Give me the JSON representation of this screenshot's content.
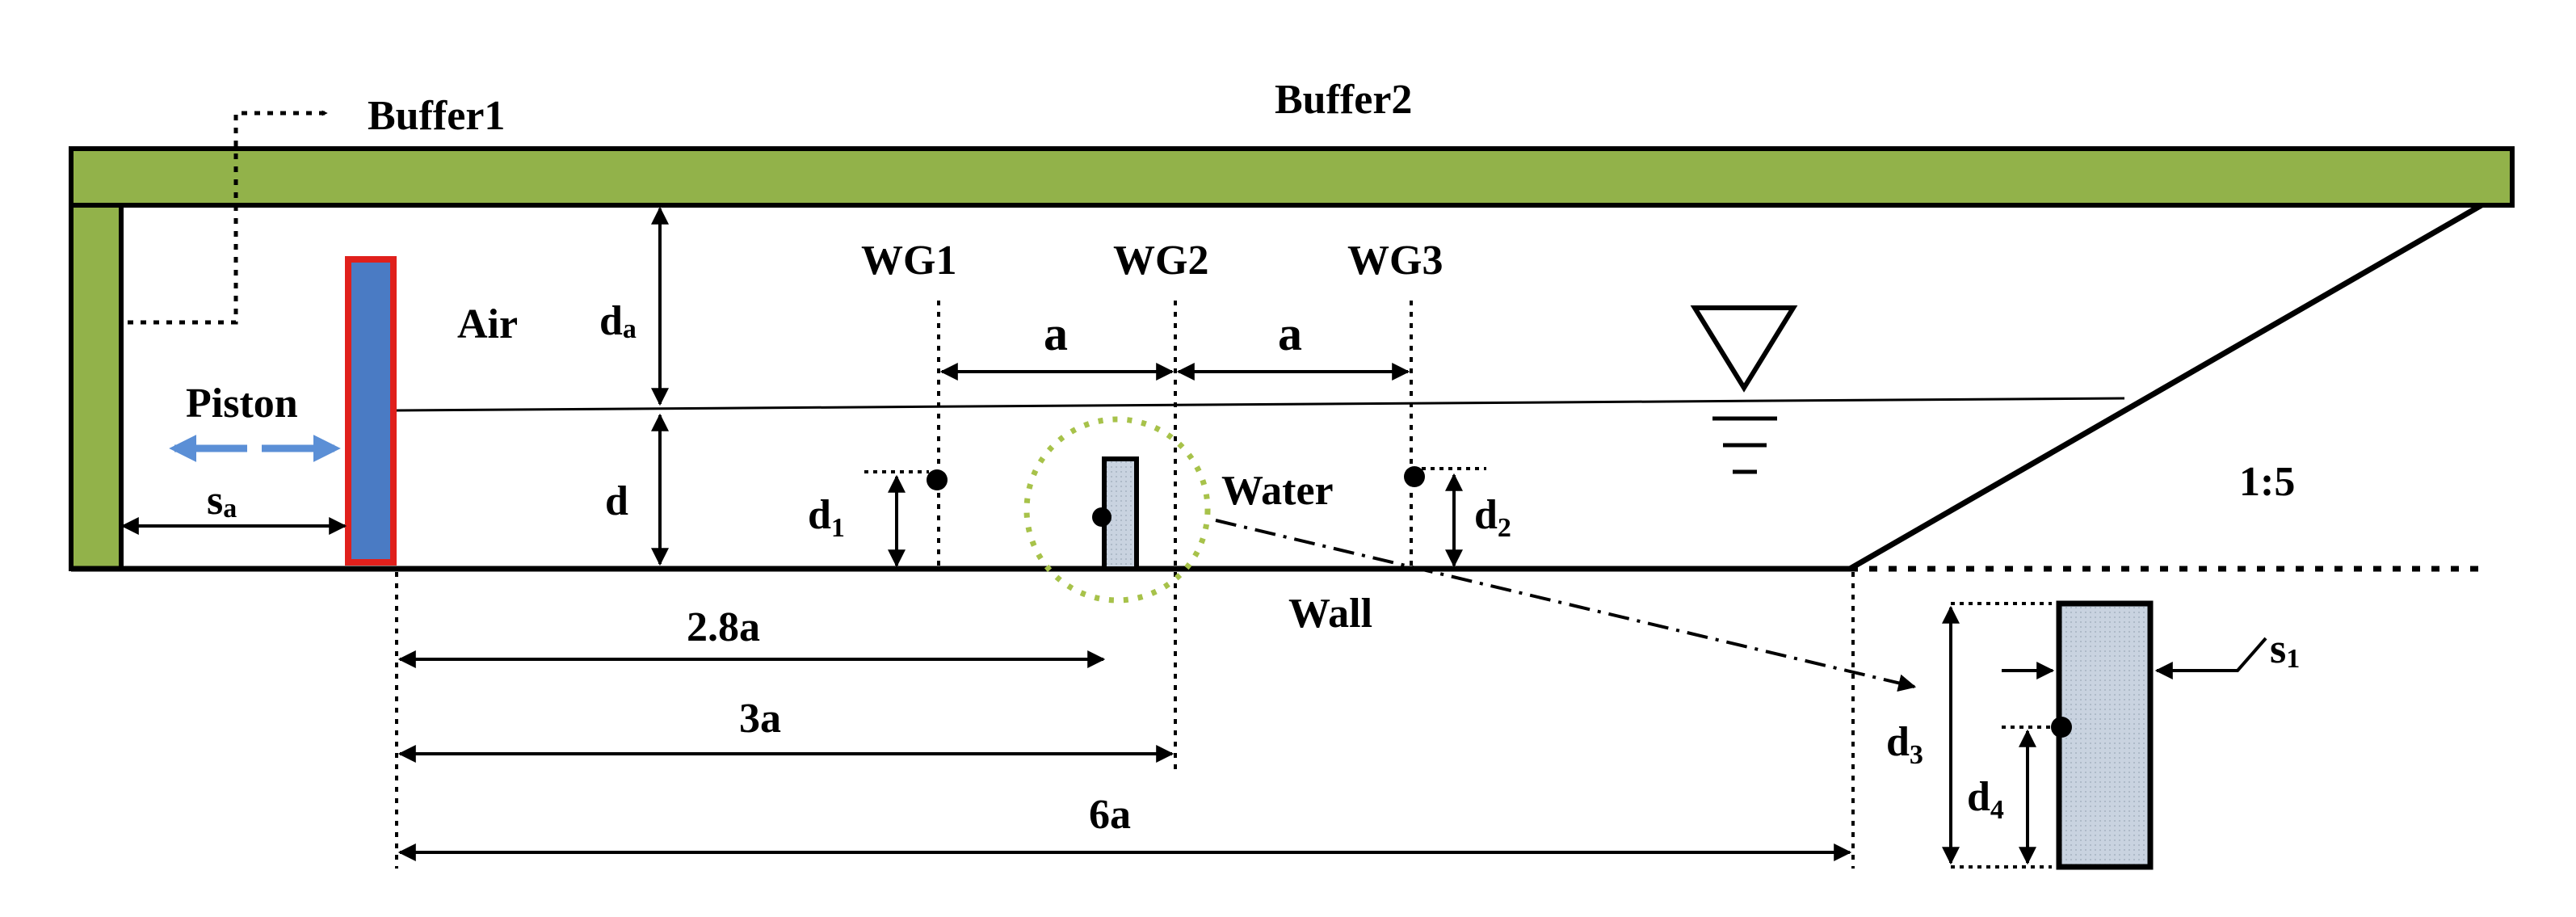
{
  "labels": {
    "buffer1": "Buffer1",
    "buffer2": "Buffer2",
    "air": "Air",
    "piston": "Piston",
    "water": "Water",
    "wall": "Wall",
    "slope": "1:5",
    "wg1": "WG1",
    "wg2": "WG2",
    "wg3": "WG3",
    "spacing_a_1": "a",
    "spacing_a_2": "a",
    "dim_2_8a": "2.8a",
    "dim_3a": "3a",
    "dim_6a": "6a",
    "d": "d",
    "da_main": "d",
    "da_sub": "a",
    "sa_main": "s",
    "sa_sub": "a",
    "d1_main": "d",
    "d1_sub": "1",
    "d2_main": "d",
    "d2_sub": "2",
    "d3_main": "d",
    "d3_sub": "3",
    "d4_main": "d",
    "d4_sub": "4",
    "s1_main": "s",
    "s1_sub": "1"
  },
  "colors": {
    "buffer_green": "#92b24a",
    "piston_blue": "#4a7bc4",
    "piston_border": "#e0201c",
    "arrow_blue": "#5b8fd6",
    "sensor_fill": "#c9d3e0",
    "circle_dashed": "#a7c24a",
    "ink": "#000000"
  },
  "icons": {
    "free_surface": "inverted-triangle-water-level-icon"
  }
}
